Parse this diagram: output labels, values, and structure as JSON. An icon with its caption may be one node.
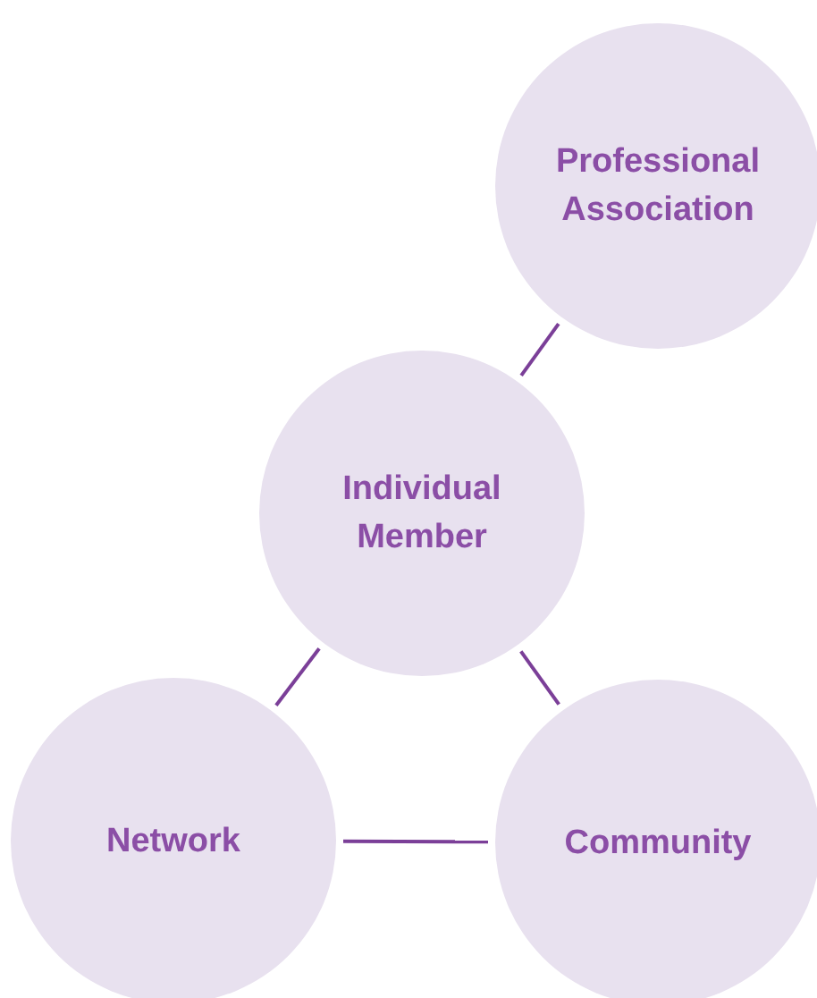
{
  "diagram": {
    "nodes": [
      {
        "text": [
          "Professional Association"
        ]
      },
      {
        "text": [
          "Individual Member"
        ]
      },
      {
        "text": [
          "Network"
        ]
      },
      {
        "text": [
          "Community"
        ]
      }
    ],
    "edges": [
      {
        "from": 0,
        "to": 1,
        "arrow": "none"
      },
      {
        "from": 1,
        "to": 2,
        "arrow": "none"
      },
      {
        "from": 1,
        "to": 3,
        "arrow": "none"
      },
      {
        "from": 2,
        "to": 3,
        "arrow": "none"
      }
    ]
  }
}
